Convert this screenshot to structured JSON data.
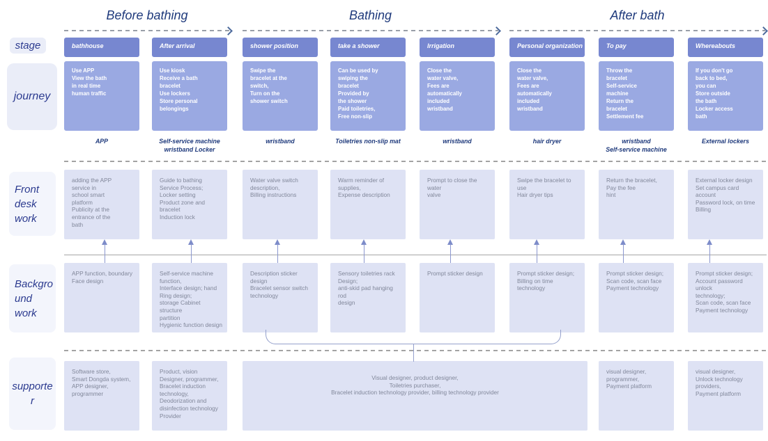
{
  "groups": [
    {
      "title": "Before bathing"
    },
    {
      "title": "Bathing"
    },
    {
      "title": "After bath"
    }
  ],
  "rail": {
    "stage": "stage",
    "journey": "journey",
    "front_desk": "Front\ndesk\nwork",
    "background": "Backgro\nund\nwork",
    "supporter": "supporte\nr"
  },
  "columns": [
    {
      "stage": "bathhouse",
      "journey": "Use APP\nView the bath\nin real time\nhuman traffic",
      "touchpoint": "APP",
      "front_desk": "adding  the APP\nservice in\nschool smart\nplatform\nPublicity at the\nentrance of the\nbath",
      "background": "APP function, boundary\nFace design",
      "supporter": "Software store,\nSmart Dongda system,\nAPP designer,\nprogrammer"
    },
    {
      "stage": "After arrival",
      "journey": "Use kiosk\nReceive a bath\nbracelet\nUse lockers\nStore personal\nbelongings",
      "touchpoint": "Self-service machine\nwristband Locker",
      "front_desk": "Guide to bathing\nService Process;\nLocker setting\nProduct zone and bracelet\nInduction lock",
      "background": "Self-service machine\nfunction,\nInterface design; hand\nRing design;\nstorage Cabinet structure\npartition\nHygienic function design",
      "supporter": "Product, vision\nDesigner, programmer,\nBracelet induction\ntechnology,\nDeodorization and\ndisinfection technology\nProvider"
    },
    {
      "stage": "shower position",
      "journey": "Swipe the\nbracelet at the\nswitch,\nTurn on the\nshower switch",
      "touchpoint": "wristband",
      "front_desk": "Water valve switch\ndescription,\nBilling instructions",
      "background": "Description sticker design\nBracelet sensor switch\ntechnology"
    },
    {
      "stage": "take a shower",
      "journey": "Can be used by\nswiping the\nbracelet\nProvided by\nthe shower\nPaid toiletries,\nFree non-slip",
      "touchpoint": "Toiletries non-slip mat",
      "front_desk": "Warm reminder of\nsupplies,\nExpense description",
      "background": "Sensory toiletries rack\nDesign;\nanti-skid pad hanging rod\ndesign"
    },
    {
      "stage": "Irrigation",
      "journey": "Close the\nwater valve,\nFees are\nautomatically\nincluded\nwristband",
      "touchpoint": "wristband",
      "front_desk": "Prompt to close the water\nvalve",
      "background": "Prompt sticker design"
    },
    {
      "stage": "Personal organization",
      "journey": "Close the\nwater valve,\nFees are\nautomatically\nincluded\nwristband",
      "touchpoint": "hair dryer",
      "front_desk": "Swipe the bracelet to use\nHair dryer tips",
      "background": "Prompt sticker design;\nBilling on time\ntechnology"
    },
    {
      "stage": "To pay",
      "journey": "Throw the\nbracelet\nSelf-service\nmachine\nReturn the\nbracelet\nSettlement fee",
      "touchpoint": "wristband\nSelf-service machine",
      "front_desk": "Return the bracelet,\nPay the fee\nhint",
      "background": "Prompt sticker design;\nScan code, scan face\nPayment technology",
      "supporter": "visual designer,\nprogrammer,\nPayment platform"
    },
    {
      "stage": "Whereabouts",
      "journey": "If you don't go\nback to bed,\nyou can\nStore outside\nthe bath\nLocker access\nbath",
      "touchpoint": "External lockers",
      "front_desk": "External locker design\nSet campus card account\nPassword lock, on time\nBilling",
      "background": "Prompt sticker design;\nAccount password unlock\ntechnology;\nScan code, scan face\nPayment technology",
      "supporter": "visual designer,\nUnlock technology\nproviders,\nPayment platform"
    }
  ],
  "shared_supporter": "Visual designer, product designer,\nToiletries purchaser,\nBracelet induction technology provider, billing technology provider",
  "colors": {
    "stage_box": "#7787d0",
    "journey_box": "#9aa9e2",
    "light_box": "#dee2f4",
    "rail_box": "#eaedf8",
    "navy_text": "#1f3a7c",
    "gray_text": "#81879a",
    "arrow_blue": "#7d8cc9",
    "bracket_line": "#94a0cc",
    "dash_gray": "#a3a3a3"
  }
}
